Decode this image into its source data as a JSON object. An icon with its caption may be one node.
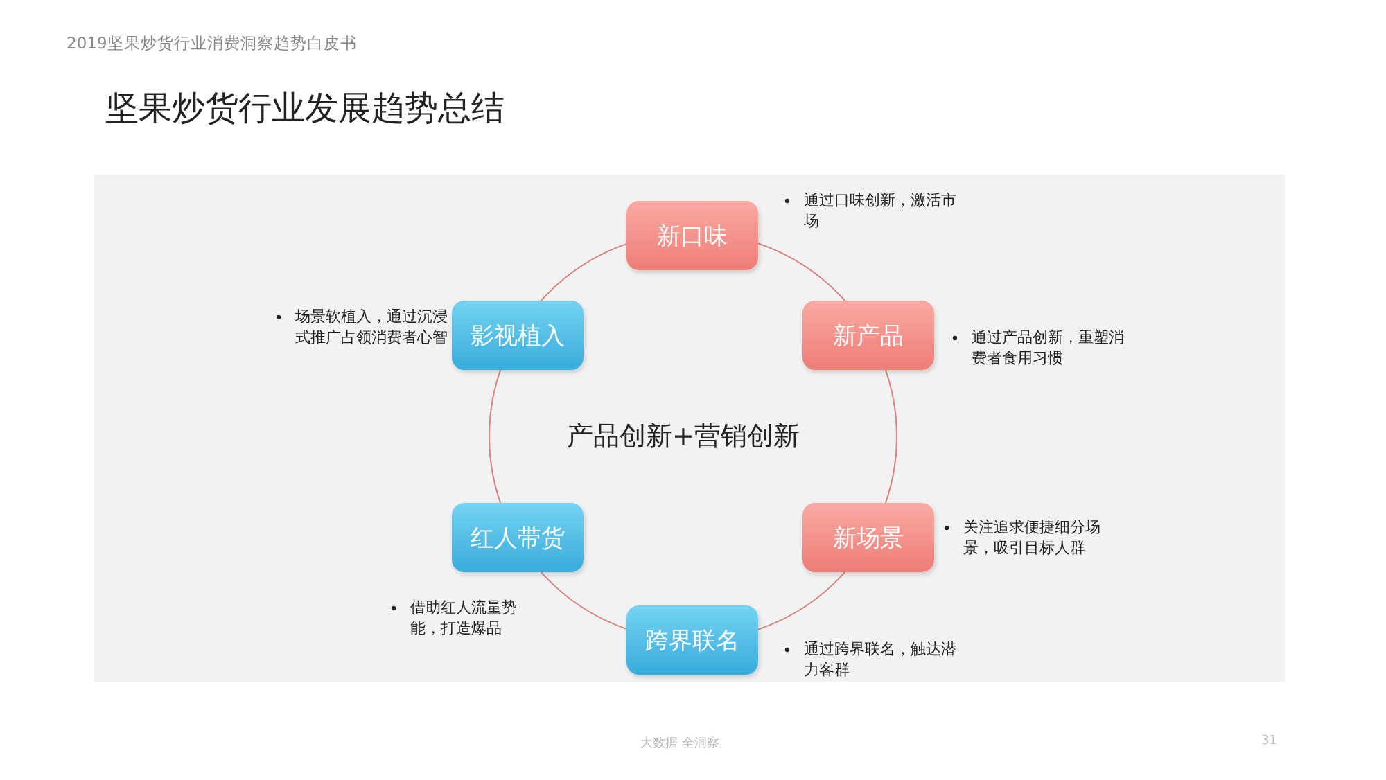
{
  "diagram": {
    "title": "坚果炒货行业发展趋势总结",
    "nodes": [
      {
        "text": [
          "新口味"
        ],
        "beside": [
          "通过口味创新，激活市场"
        ]
      },
      {
        "text": [
          "影视植入"
        ],
        "beside": [
          "场景软植入，通过沉浸式推广占领消费者心智"
        ]
      },
      {
        "text": [
          "新产品"
        ],
        "beside": [
          "通过产品创新，重塑消费者食用习惯"
        ]
      },
      {
        "text": [
          "红人带货"
        ],
        "beside": [
          "借助红人流量势能，打造爆品"
        ]
      },
      {
        "text": [
          "新场景"
        ],
        "beside": [
          "关注追求便捷细分场景，吸引目标人群"
        ]
      },
      {
        "text": [
          "跨界联名"
        ],
        "beside": [
          "通过跨界联名，触达潜力客群"
        ]
      }
    ],
    "labels": [
      "2019坚果炒货行业消费洞察趋势白皮书",
      "产品创新+营销创新",
      "大数据 全洞察",
      "31"
    ]
  }
}
